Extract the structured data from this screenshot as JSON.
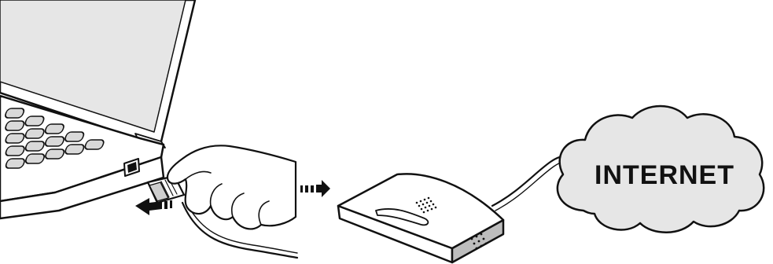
{
  "cloud": {
    "label": "INTERNET",
    "fill": "#e6e6e6"
  },
  "colors": {
    "stroke": "#111111",
    "laptop_screen": "#e6e6e6",
    "laptop_body": "#ffffff",
    "key": "#d9d9d9",
    "router_side": "#bdbdbd"
  },
  "icons": {
    "insert_arrow": "arrow-left-dashed",
    "flow_arrow": "arrow-right-dashed"
  }
}
